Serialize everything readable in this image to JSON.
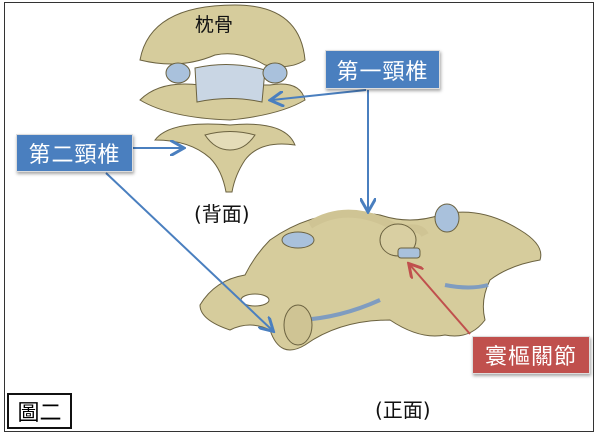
{
  "labels": {
    "occipital": "枕骨",
    "atlas": "第一頸椎",
    "axis": "第二頸椎",
    "atlantoaxial_joint": "寰樞關節",
    "back_view": "(背面)",
    "front_view": "(正面)",
    "figure": "圖二"
  },
  "colors": {
    "label_blue": "#4a7fbf",
    "label_red": "#c0504d",
    "arrow_blue": "#4a7fbf",
    "arrow_red": "#c0504d",
    "bone": "#d6cc9c",
    "cartilage": "#a9c1dc"
  }
}
